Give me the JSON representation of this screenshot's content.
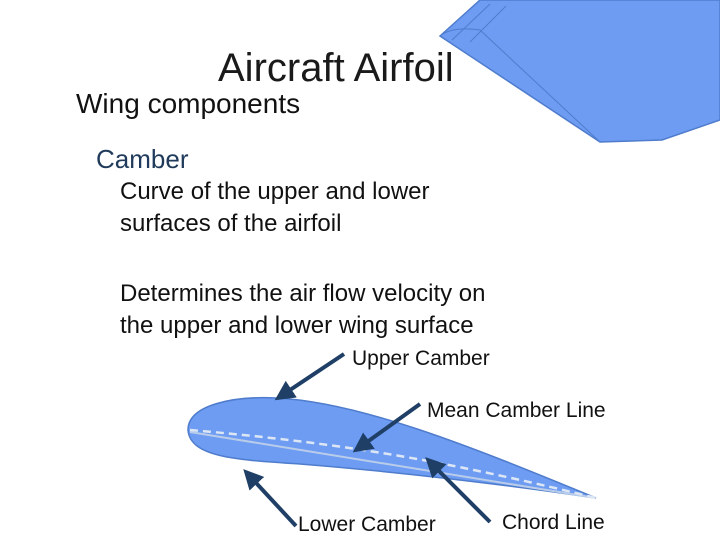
{
  "title": "Aircraft Airfoil",
  "heading": "Wing components",
  "subheading": "Camber",
  "paragraphs": [
    "Curve of the upper and lower\nsurfaces of the airfoil",
    "Determines the air flow velocity on\nthe upper and lower wing surface"
  ],
  "labels": {
    "upper_camber": "Upper Camber",
    "mean_camber_line": "Mean Camber Line",
    "lower_camber": "Lower Camber",
    "chord_line": "Chord Line"
  },
  "colors": {
    "wing_fill": "#6d9cf2",
    "wing_edge": "#4f7ccc",
    "arrow": "#1f3f66",
    "camber_line": "#dce6f5",
    "chord_line": "#b9ccea"
  }
}
